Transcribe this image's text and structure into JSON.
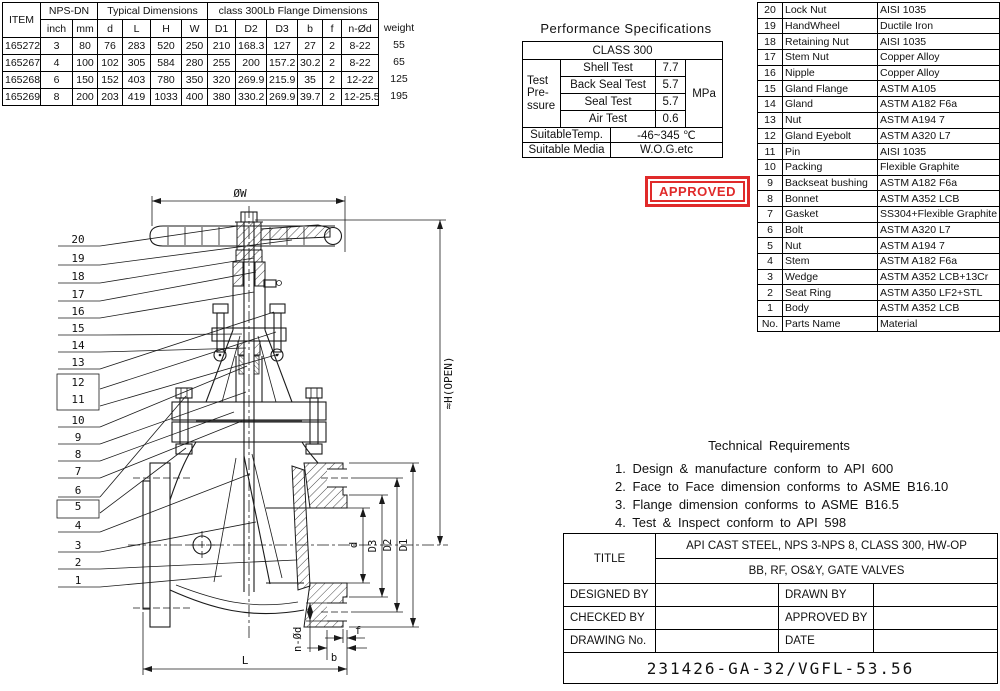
{
  "dim_table": {
    "item_label": "ITEM",
    "nps_label": "NPS-DN",
    "typical_label": "Typical Dimensions",
    "flange_label": "class 300Lb Flange Dimensions",
    "weight_label": "weight",
    "cols": [
      "inch",
      "mm",
      "d",
      "L",
      "H",
      "W",
      "D1",
      "D2",
      "D3",
      "b",
      "f",
      "n-Ød"
    ],
    "rows": [
      [
        "165272",
        "3",
        "80",
        "76",
        "283",
        "520",
        "250",
        "210",
        "168.3",
        "127",
        "27",
        "2",
        "8-22"
      ],
      [
        "165267",
        "4",
        "100",
        "102",
        "305",
        "584",
        "280",
        "255",
        "200",
        "157.2",
        "30.2",
        "2",
        "8-22"
      ],
      [
        "165268",
        "6",
        "150",
        "152",
        "403",
        "780",
        "350",
        "320",
        "269.9",
        "215.9",
        "35",
        "2",
        "12-22"
      ],
      [
        "165269",
        "8",
        "200",
        "203",
        "419",
        "1033",
        "400",
        "380",
        "330.2",
        "269.9",
        "39.7",
        "2",
        "12-25.5"
      ]
    ],
    "weights": [
      "55",
      "65",
      "125",
      "195"
    ]
  },
  "perf": {
    "title": "Performance Specifications",
    "class_row": "CLASS 300",
    "pressure_label": "Test\nPre-\nssure",
    "tests": [
      {
        "name": "Shell Test",
        "value": "7.7"
      },
      {
        "name": "Back Seal Test",
        "value": "5.7"
      },
      {
        "name": "Seal Test",
        "value": "5.7"
      },
      {
        "name": "Air Test",
        "value": "0.6"
      }
    ],
    "unit": "MPa",
    "temp_label": "SuitableTemp.",
    "temp_value": "-46~345 ℃",
    "media_label": "Suitable Media",
    "media_value": "W.O.G.etc"
  },
  "approved": {
    "label": "APPROVED",
    "color": "#e02a2a"
  },
  "parts": {
    "rows": [
      {
        "no": "20",
        "name": "Lock Nut",
        "material": "AISI 1035"
      },
      {
        "no": "19",
        "name": "HandWheel",
        "material": "Ductile Iron"
      },
      {
        "no": "18",
        "name": "Retaining Nut",
        "material": "AISI 1035"
      },
      {
        "no": "17",
        "name": "Stem Nut",
        "material": "Copper Alloy"
      },
      {
        "no": "16",
        "name": "Nipple",
        "material": "Copper Alloy"
      },
      {
        "no": "15",
        "name": "Gland Flange",
        "material": "ASTM A105"
      },
      {
        "no": "14",
        "name": "Gland",
        "material": "ASTM A182 F6a"
      },
      {
        "no": "13",
        "name": "Nut",
        "material": "ASTM A194 7"
      },
      {
        "no": "12",
        "name": "Gland Eyebolt",
        "material": "ASTM A320 L7"
      },
      {
        "no": "11",
        "name": "Pin",
        "material": "AISI 1035"
      },
      {
        "no": "10",
        "name": "Packing",
        "material": "Flexible Graphite"
      },
      {
        "no": "9",
        "name": "Backseat bushing",
        "material": "ASTM A182 F6a"
      },
      {
        "no": "8",
        "name": "Bonnet",
        "material": "ASTM A352 LCB"
      },
      {
        "no": "7",
        "name": "Gasket",
        "material": "SS304+Flexible Graphite"
      },
      {
        "no": "6",
        "name": "Bolt",
        "material": "ASTM A320 L7"
      },
      {
        "no": "5",
        "name": "Nut",
        "material": "ASTM A194 7"
      },
      {
        "no": "4",
        "name": "Stem",
        "material": "ASTM A182 F6a"
      },
      {
        "no": "3",
        "name": "Wedge",
        "material": "ASTM A352 LCB+13Cr"
      },
      {
        "no": "2",
        "name": "Seat Ring",
        "material": "ASTM A350 LF2+STL"
      },
      {
        "no": "1",
        "name": "Body",
        "material": "ASTM A352 LCB"
      }
    ],
    "footer": {
      "no": "No.",
      "name": "Parts Name",
      "material": "Material"
    }
  },
  "tech": {
    "title": "Technical Requirements",
    "items": [
      "1. Design & manufacture conform to API 600",
      "2. Face to Face dimension conforms to ASME B16.10",
      "3. Flange dimension conforms to ASME B16.5",
      "4. Test & Inspect conform to API 598"
    ]
  },
  "title_block": {
    "title_label": "TITLE",
    "title_line1": "API CAST STEEL, NPS 3-NPS 8, CLASS 300, HW-OP",
    "title_line2": "BB, RF, OS&Y, GATE VALVES",
    "fields": [
      {
        "label": "DESIGNED BY"
      },
      {
        "label": "DRAWN BY"
      },
      {
        "label": "CHECKED  BY"
      },
      {
        "label": "APPROVED BY"
      },
      {
        "label": "DRAWING No."
      },
      {
        "label": "DATE"
      }
    ],
    "drawing_no": "231426-GA-32/VGFL-53.56"
  },
  "drawing": {
    "dims": {
      "ow": "ØW",
      "h_open": "≈H(OPEN)",
      "d": "d",
      "d3": "D3",
      "d2": "D2",
      "d1": "D1",
      "l": "L",
      "b": "b",
      "f": "f",
      "n_od": "n-Ød"
    },
    "callouts": [
      "20",
      "19",
      "18",
      "17",
      "16",
      "15",
      "14",
      "13",
      "12",
      "11",
      "10",
      "9",
      "8",
      "7",
      "6",
      "5",
      "4",
      "3",
      "2",
      "1"
    ]
  }
}
